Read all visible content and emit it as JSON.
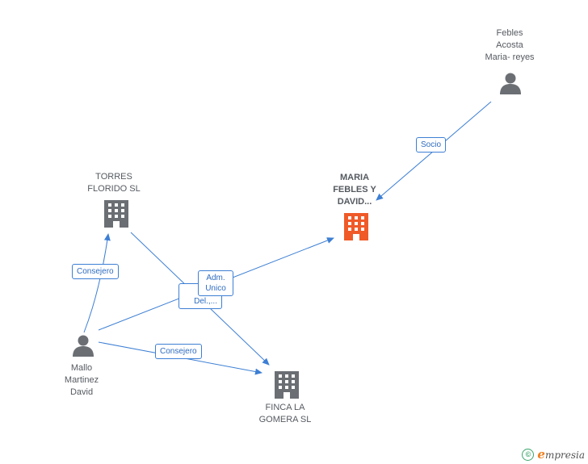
{
  "nodes": {
    "febles": {
      "label": "Febles\nAcosta\nMaria- reyes",
      "type": "person"
    },
    "maria": {
      "label": "MARIA\nFEBLES Y\nDAVID...",
      "type": "company-main"
    },
    "torres": {
      "label": "TORRES\nFLORIDO SL",
      "type": "company"
    },
    "mallo": {
      "label": "Mallo\nMartinez\nDavid",
      "type": "person"
    },
    "finca": {
      "label": "FINCA LA\nGOMERA SL",
      "type": "company"
    }
  },
  "edges": {
    "socio": "Socio",
    "consejero_torres": "Consejero",
    "consejero_finca": "Consejero",
    "cons_del": "Con\nDel.,...",
    "adm_unico": "Adm.\nUnico"
  },
  "colors": {
    "edge": "#3d7fd4",
    "icon_gray": "#6b6f74",
    "icon_main": "#f05a28"
  },
  "footer": {
    "copyright_symbol": "©",
    "brand_initial": "e",
    "brand_rest": "mpresia"
  }
}
